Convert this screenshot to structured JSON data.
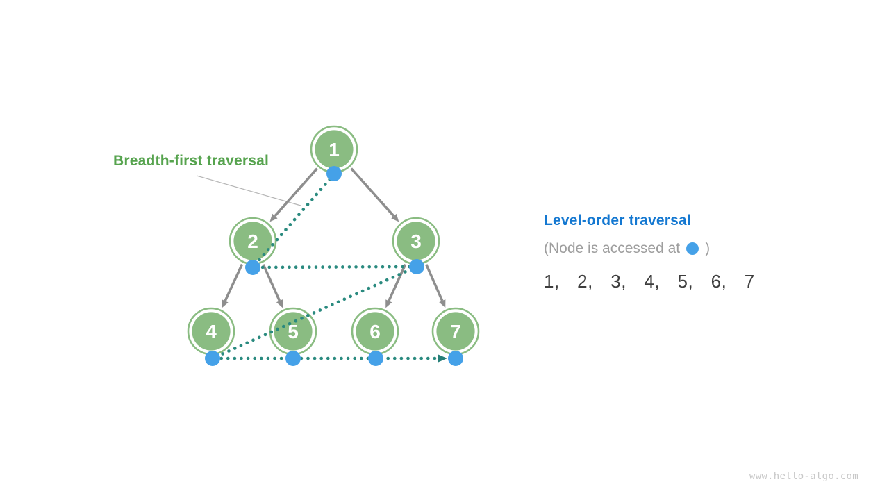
{
  "labels": {
    "breadth_title": "Breadth-first traversal"
  },
  "legend": {
    "heading": "Level-order traversal",
    "note_prefix": "(Node is accessed at",
    "note_suffix": ")",
    "sequence": "1,  2,  3,  4,  5,  6,  7"
  },
  "watermark": "www.hello-algo.com",
  "colors": {
    "node_green": "#8abc82",
    "access_dot_blue": "#45a1e8",
    "traversal_path_teal": "#2a8a7f",
    "edge_gray": "#8e8e8e",
    "breadth_title_green": "#56a34e",
    "legend_heading_blue": "#1478d1",
    "legend_note_gray": "#9e9e9e",
    "sequence_dark": "#3d3d3d",
    "watermark_gray": "#c8c8c8"
  },
  "diagram": {
    "type": "binary-tree",
    "nodes": [
      {
        "id": 1,
        "label": "1"
      },
      {
        "id": 2,
        "label": "2"
      },
      {
        "id": 3,
        "label": "3"
      },
      {
        "id": 4,
        "label": "4"
      },
      {
        "id": 5,
        "label": "5"
      },
      {
        "id": 6,
        "label": "6"
      },
      {
        "id": 7,
        "label": "7"
      }
    ],
    "edges": [
      [
        1,
        2
      ],
      [
        1,
        3
      ],
      [
        2,
        4
      ],
      [
        2,
        5
      ],
      [
        3,
        6
      ],
      [
        3,
        7
      ]
    ],
    "traversal_order": [
      1,
      2,
      3,
      4,
      5,
      6,
      7
    ]
  }
}
